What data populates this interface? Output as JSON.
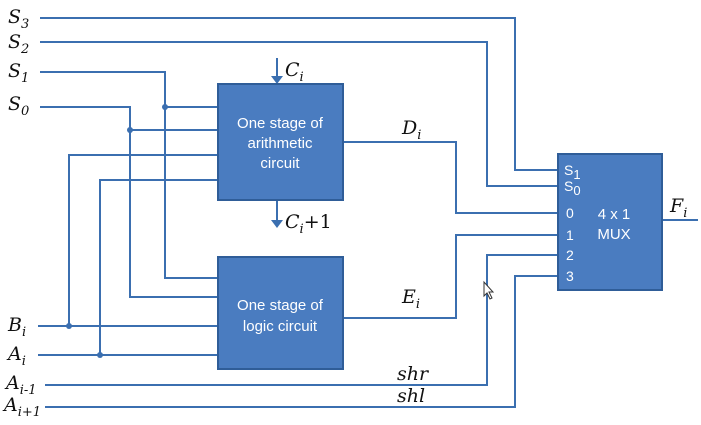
{
  "inputs": {
    "s3": {
      "base": "S",
      "sub": "3"
    },
    "s2": {
      "base": "S",
      "sub": "2"
    },
    "s1": {
      "base": "S",
      "sub": "1"
    },
    "s0": {
      "base": "S",
      "sub": "0"
    },
    "bi": {
      "base": "B",
      "sub": "i"
    },
    "ai": {
      "base": "A",
      "sub": "i"
    },
    "ai_minus_1": {
      "base": "A",
      "sub": "i-1"
    },
    "ai_plus_1": {
      "base": "A",
      "sub": "i+1"
    }
  },
  "carry_in": {
    "base": "C",
    "sub": "i"
  },
  "carry_out": {
    "base": "C",
    "sub": "i",
    "suffix": "+1"
  },
  "arith_block": {
    "line1": "One stage of",
    "line2": "arithmetic",
    "line3": "circuit"
  },
  "logic_block": {
    "line1": "One stage of",
    "line2": "logic circuit"
  },
  "d_label": {
    "base": "D",
    "sub": "i"
  },
  "e_label": {
    "base": "E",
    "sub": "i"
  },
  "shr_label": "shr",
  "shl_label": "shl",
  "mux": {
    "title_line1": "4 x 1",
    "title_line2": "MUX",
    "sel1": {
      "base": "S",
      "sub": "1"
    },
    "sel0": {
      "base": "S",
      "sub": "0"
    },
    "in0": "0",
    "in1": "1",
    "in2": "2",
    "in3": "3"
  },
  "output": {
    "base": "F",
    "sub": "i"
  }
}
